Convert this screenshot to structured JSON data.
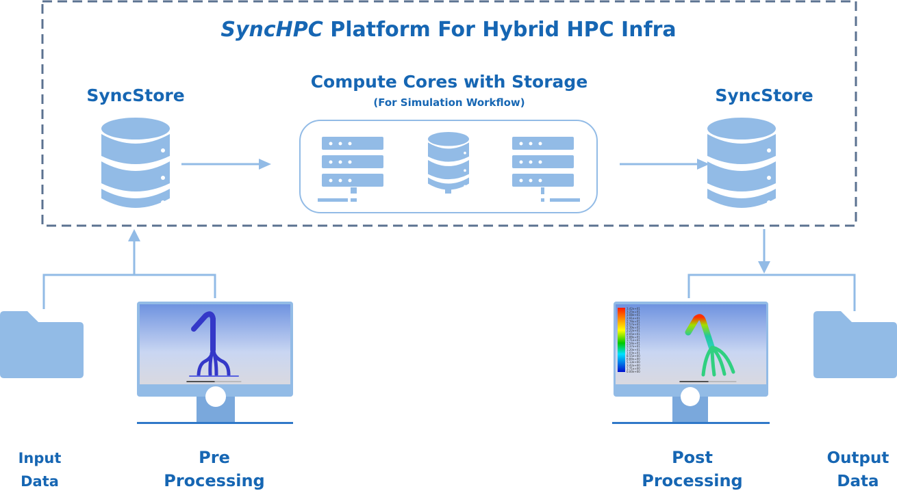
{
  "title": {
    "brand": "SyncHPC",
    "rest": " Platform For Hybrid HPC Infra"
  },
  "left_store": {
    "label": "SyncStore",
    "icon": "database-icon"
  },
  "right_store": {
    "label": "SyncStore",
    "icon": "database-icon"
  },
  "compute": {
    "title": "Compute Cores with Storage",
    "subtitle": "(For Simulation Workflow)",
    "icons": [
      "server-icon",
      "database-icon",
      "server-icon"
    ]
  },
  "bottom": {
    "input": {
      "line1": "Input",
      "line2": "Data",
      "icon": "folder-icon"
    },
    "pre": {
      "line1": "Pre",
      "line2": "Processing",
      "icon": "monitor-icon"
    },
    "post": {
      "line1": "Post",
      "line2": "Processing",
      "icon": "monitor-icon"
    },
    "output": {
      "line1": "Output",
      "line2": "Data",
      "icon": "folder-icon"
    }
  },
  "colorbar_labels": [
    "3.42e+01",
    "3.25e+01",
    "3.08e+01",
    "2.91e+01",
    "2.74e+01",
    "2.57e+01",
    "2.39e+01",
    "2.22e+01",
    "2.05e+01",
    "1.88e+01",
    "1.71e+01",
    "1.54e+01",
    "1.37e+01",
    "1.20e+01",
    "1.03e+01",
    "8.55e+00",
    "6.84e+00",
    "5.13e+00",
    "3.42e+00",
    "1.71e+00",
    "0.00e+00"
  ],
  "colors": {
    "text": "#1666b3",
    "icon": "#92bbe6",
    "dashed_border": "#5b7290"
  }
}
